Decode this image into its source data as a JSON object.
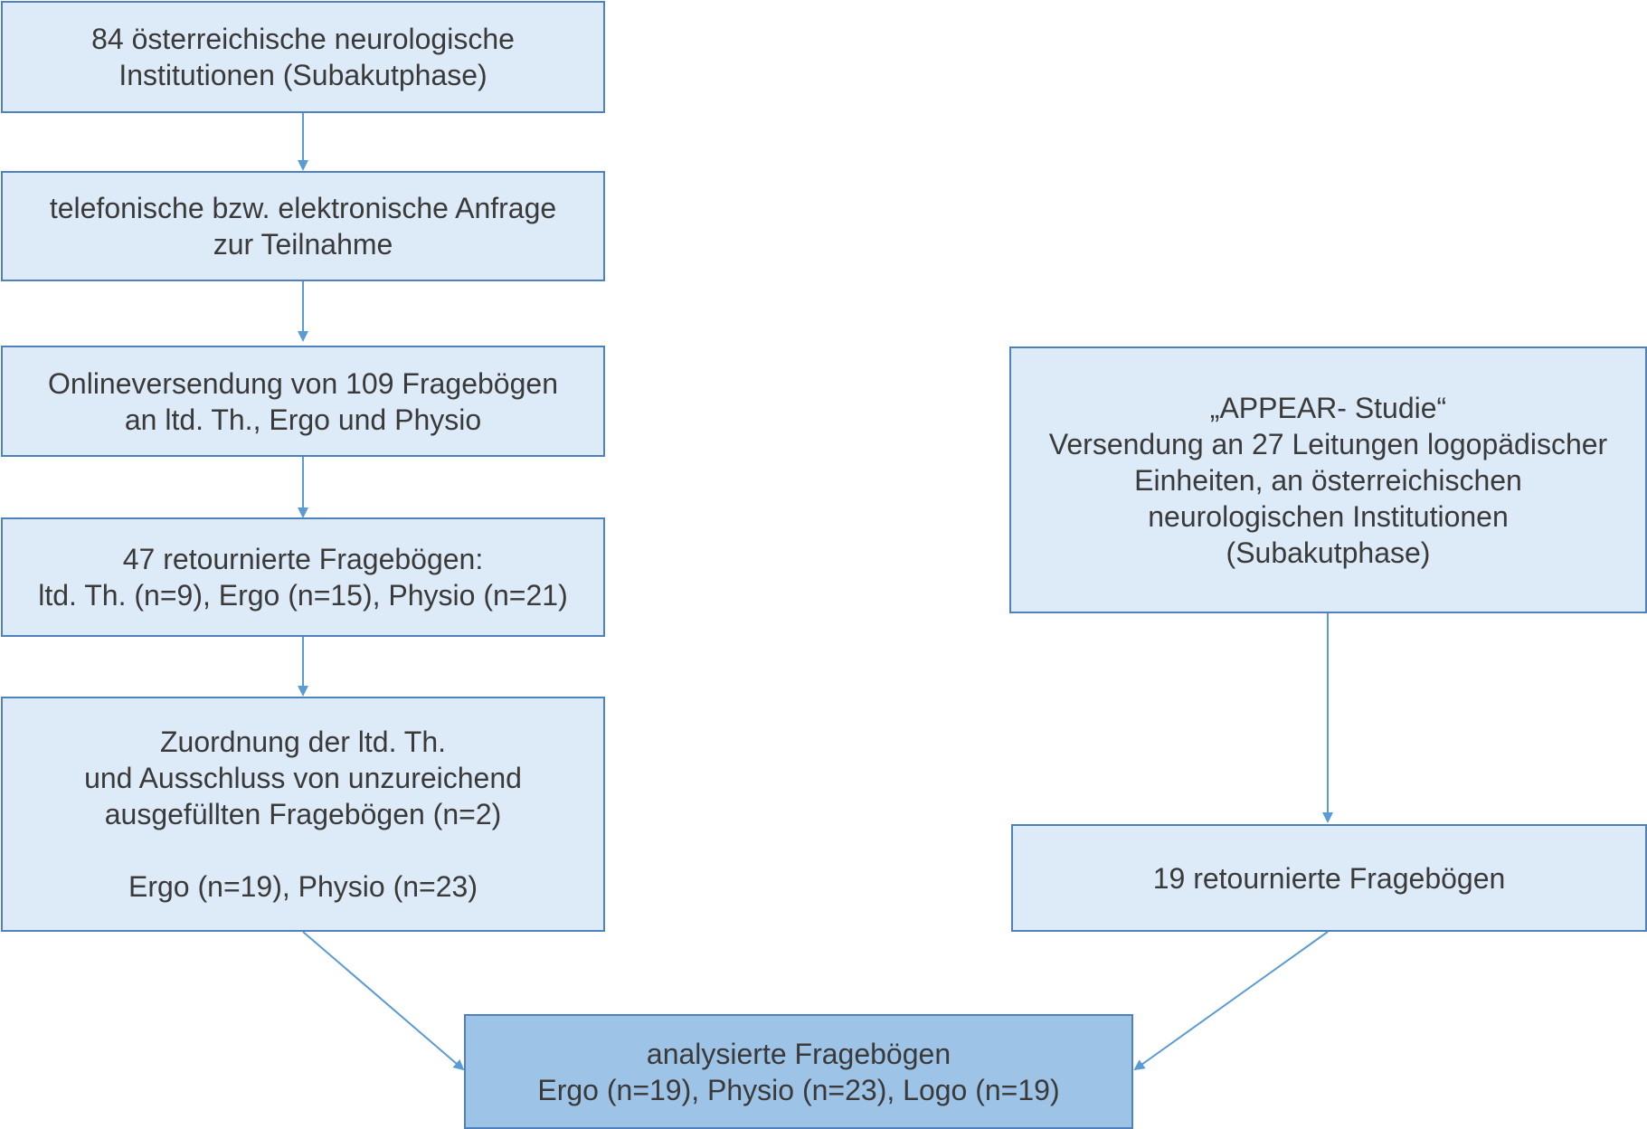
{
  "colors": {
    "box_fill": "#ddeaf7",
    "result_fill": "#9dc3e6",
    "border": "#4f81bd",
    "arrow": "#5b9bd5",
    "text": "#3a3a3a"
  },
  "left_column": {
    "box1": {
      "lines": [
        "84 österreichische neurologische",
        "Institutionen (Subakutphase)"
      ]
    },
    "box2": {
      "lines": [
        "telefonische bzw. elektronische Anfrage",
        "zur Teilnahme"
      ]
    },
    "box3": {
      "lines": [
        "Onlineversendung von 109 Fragebögen",
        "an ltd. Th., Ergo und Physio"
      ]
    },
    "box4": {
      "lines": [
        "47 retournierte Fragebögen:",
        "ltd. Th. (n=9), Ergo (n=15), Physio (n=21)"
      ]
    },
    "box5": {
      "lines": [
        "Zuordnung der ltd. Th.",
        "und Ausschluss von unzureichend",
        "ausgefüllten Fragebögen (n=2)"
      ],
      "result": "Ergo (n=19), Physio (n=23)"
    }
  },
  "right_column": {
    "box1": {
      "lines": [
        "„APPEAR- Studie“",
        "Versendung an 27 Leitungen logopädischer",
        "Einheiten, an österreichischen",
        "neurologischen Institutionen",
        "(Subakutphase)"
      ]
    },
    "box2": {
      "lines": [
        "19 retournierte Fragebögen"
      ]
    }
  },
  "final_box": {
    "lines": [
      "analysierte Fragebögen",
      "Ergo (n=19), Physio (n=23), Logo (n=19)"
    ]
  }
}
